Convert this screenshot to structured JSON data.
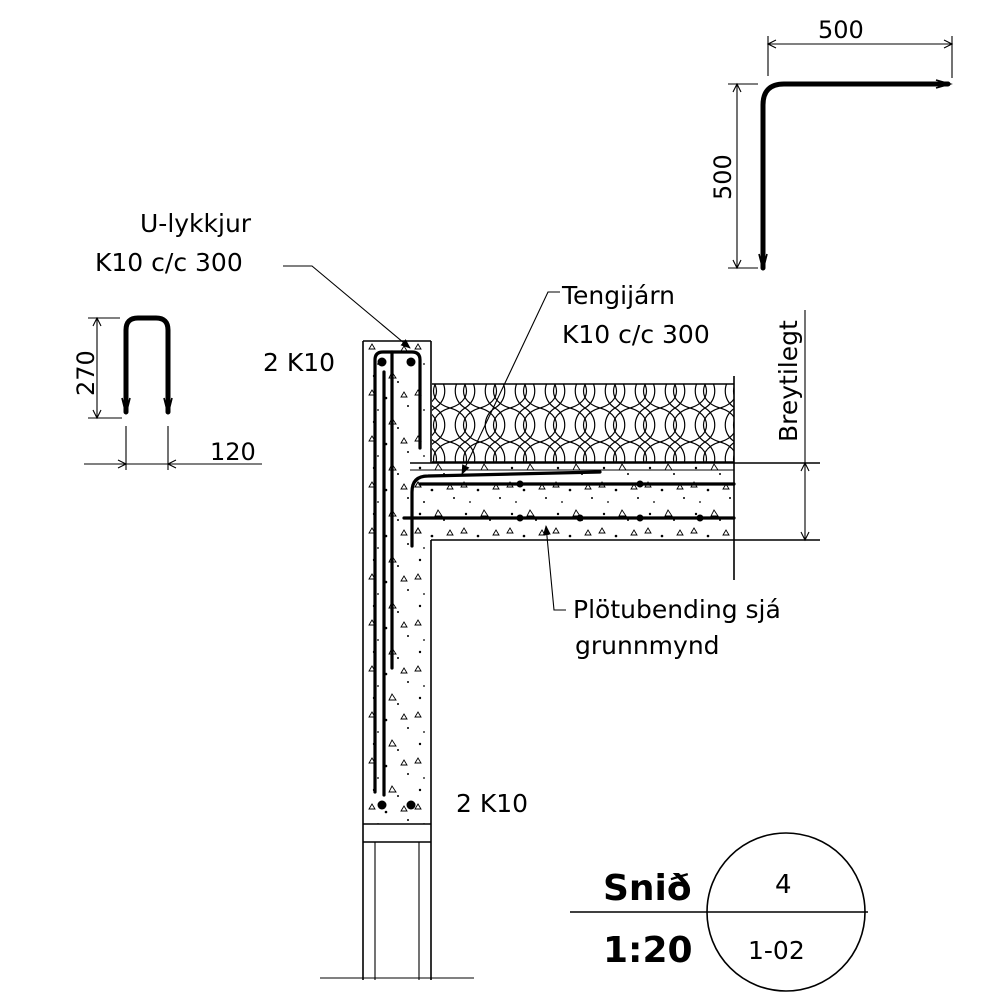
{
  "labels": {
    "u_lykkjur_line1": "U-lykkjur",
    "u_lykkjur_line2": "K10 c/c 300",
    "tengijarn_line1": "Tengijárn",
    "tengijarn_line2": "K10 c/c 300",
    "two_k10_top": "2 K10",
    "two_k10_bottom": "2 K10",
    "breytilegt": "Breytilegt",
    "plotubending_line1": "Plötubending sjá",
    "plotubending_line2": "grunnmynd"
  },
  "dimensions": {
    "bent_bar_horizontal": "500",
    "bent_bar_vertical": "500",
    "u_bar_height": "270",
    "u_bar_width": "120"
  },
  "title_block": {
    "title": "Snið",
    "scale": "1:20",
    "section_number": "4",
    "sheet_reference": "1-02"
  }
}
